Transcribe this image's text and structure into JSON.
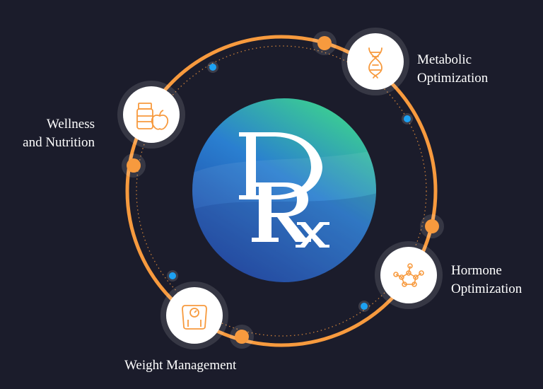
{
  "logo": {
    "text": "DRx",
    "icon": "rx-monogram-logo"
  },
  "services": [
    {
      "id": "wellness",
      "lines": [
        "Wellness",
        "and Nutrition"
      ],
      "icon": "supplement-apple-icon"
    },
    {
      "id": "metabolic",
      "lines": [
        "Metabolic",
        "Optimization"
      ],
      "icon": "dna-icon"
    },
    {
      "id": "hormone",
      "lines": [
        "Hormone",
        "Optimization"
      ],
      "icon": "molecule-icon"
    },
    {
      "id": "weight",
      "lines": [
        "Weight Management"
      ],
      "icon": "scale-icon"
    }
  ],
  "colors": {
    "background": "#1b1c2b",
    "ring": "#f79a3e",
    "accent_dot": "#1da1f2",
    "node_fill": "#ffffff",
    "center_gradient_top": "#3dd68c",
    "center_gradient_bottom": "#1e4fae",
    "text": "#ffffff"
  }
}
